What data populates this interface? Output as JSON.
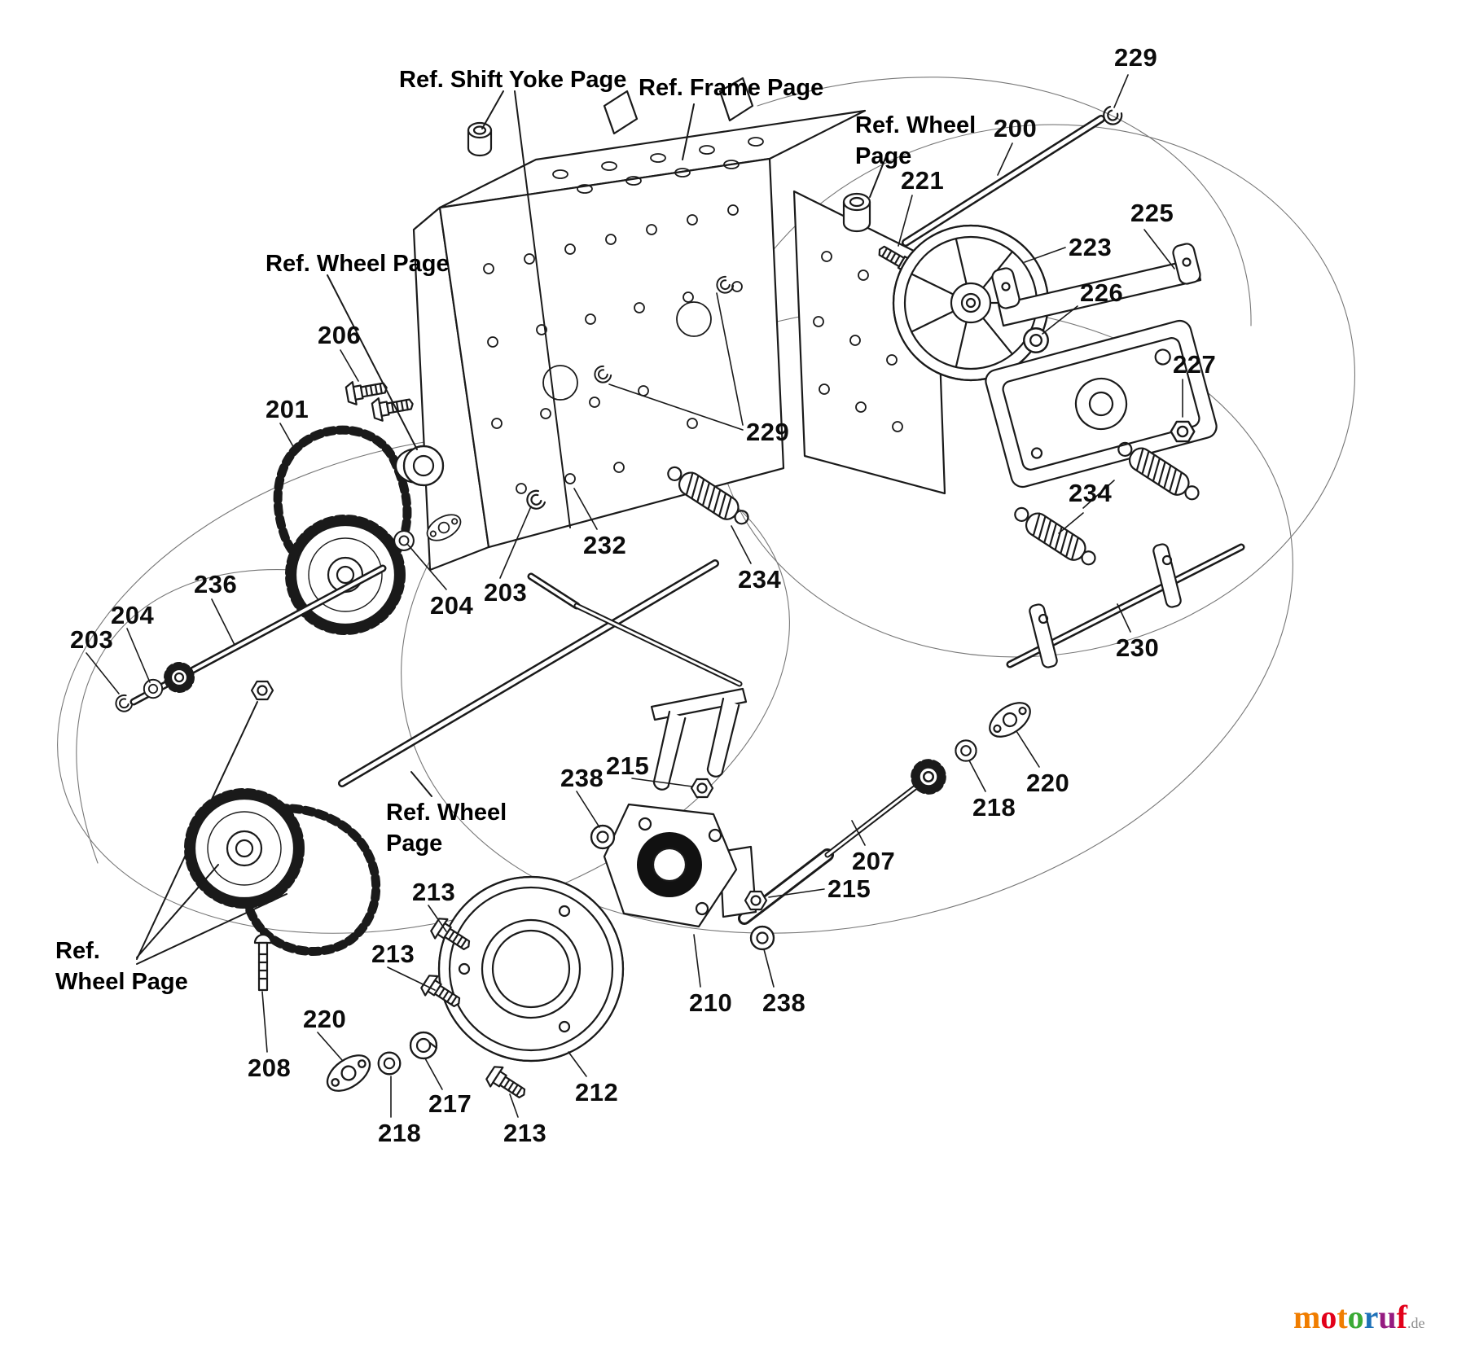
{
  "diagram": {
    "description": "Exploded parts diagram - drive system",
    "line_color": "#1a1a1a",
    "ghost_line_color": "#777777",
    "background": "#ffffff"
  },
  "part_labels": [
    {
      "id": "229-top",
      "text": "229"
    },
    {
      "id": "200",
      "text": "200"
    },
    {
      "id": "225",
      "text": "225"
    },
    {
      "id": "223",
      "text": "223"
    },
    {
      "id": "226",
      "text": "226"
    },
    {
      "id": "227",
      "text": "227"
    },
    {
      "id": "221",
      "text": "221"
    },
    {
      "id": "206",
      "text": "206"
    },
    {
      "id": "201",
      "text": "201"
    },
    {
      "id": "229-frame",
      "text": "229"
    },
    {
      "id": "232",
      "text": "232"
    },
    {
      "id": "234-mid",
      "text": "234"
    },
    {
      "id": "234-right",
      "text": "234"
    },
    {
      "id": "204-mid",
      "text": "204"
    },
    {
      "id": "203-mid",
      "text": "203"
    },
    {
      "id": "236",
      "text": "236"
    },
    {
      "id": "204-left",
      "text": "204"
    },
    {
      "id": "203-left",
      "text": "203"
    },
    {
      "id": "230",
      "text": "230"
    },
    {
      "id": "238-yoke",
      "text": "238"
    },
    {
      "id": "215-yoke",
      "text": "215"
    },
    {
      "id": "207",
      "text": "207"
    },
    {
      "id": "220-right",
      "text": "220"
    },
    {
      "id": "218-right",
      "text": "218"
    },
    {
      "id": "213-a",
      "text": "213"
    },
    {
      "id": "213-b",
      "text": "213"
    },
    {
      "id": "215-lower",
      "text": "215"
    },
    {
      "id": "210",
      "text": "210"
    },
    {
      "id": "238-lower",
      "text": "238"
    },
    {
      "id": "212",
      "text": "212"
    },
    {
      "id": "213-c",
      "text": "213"
    },
    {
      "id": "217",
      "text": "217"
    },
    {
      "id": "218-bottom",
      "text": "218"
    },
    {
      "id": "220-bottom",
      "text": "220"
    },
    {
      "id": "208",
      "text": "208"
    }
  ],
  "ref_labels": [
    {
      "id": "ref-shift-yoke",
      "text": "Ref. Shift Yoke Page"
    },
    {
      "id": "ref-frame",
      "text": "Ref. Frame Page"
    },
    {
      "id": "ref-wheel-top",
      "text": "Ref. Wheel\nPage"
    },
    {
      "id": "ref-wheel-mid",
      "text": "Ref. Wheel Page"
    },
    {
      "id": "ref-wheel-center",
      "text": "Ref. Wheel\nPage"
    },
    {
      "id": "ref-wheel-bottom",
      "text": "Ref.\nWheel Page"
    }
  ],
  "watermark": {
    "letters": [
      {
        "ch": "m",
        "css": "color:#f07d00"
      },
      {
        "ch": "o",
        "css": "color:#e2001a"
      },
      {
        "ch": "t",
        "css": "color:#f07d00"
      },
      {
        "ch": "o",
        "css": "color:#3aaa35"
      },
      {
        "ch": "r",
        "css": "color:#1d71b8"
      },
      {
        "ch": "u",
        "css": "color:#951b81"
      },
      {
        "ch": "f",
        "css": "color:#e2001a"
      }
    ],
    "suffix": ".de"
  }
}
